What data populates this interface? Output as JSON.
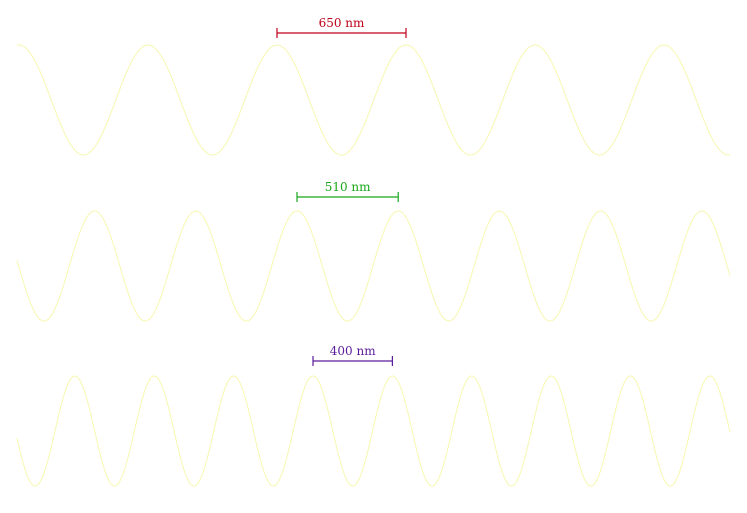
{
  "wave_color": "#f7f7b0",
  "waves": [
    {
      "name": "red",
      "label": "650 nm",
      "wavelength_nm": 650,
      "color": "#c0001a"
    },
    {
      "name": "green",
      "label": "510 nm",
      "wavelength_nm": 510,
      "color": "#1aa81a"
    },
    {
      "name": "violet",
      "label": "400 nm",
      "wavelength_nm": 400,
      "color": "#5a1a9a"
    }
  ]
}
